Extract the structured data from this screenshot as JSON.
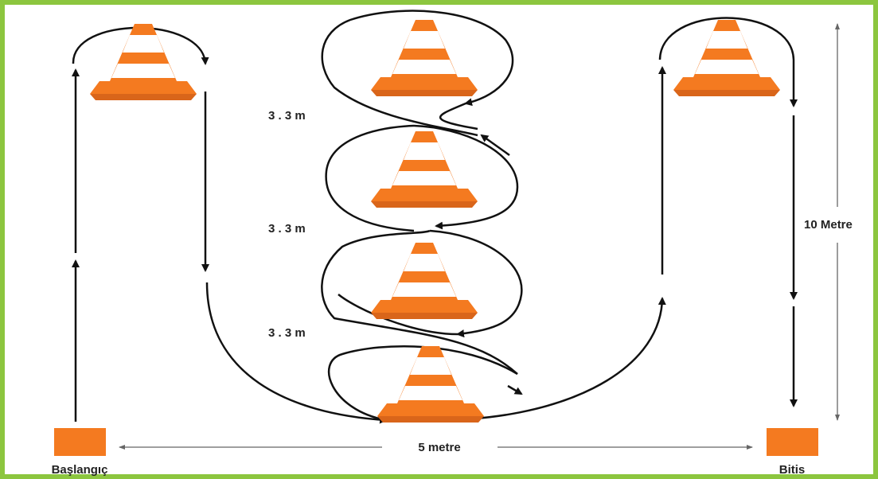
{
  "labels": {
    "spacing_1": "3 . 3 m",
    "spacing_2": "3 . 3 m",
    "spacing_3": "3 . 3 m",
    "width": "5 metre",
    "length": "10 Metre",
    "start": "Başlangıç",
    "finish": "Bitis"
  },
  "colors": {
    "frame": "#8cc63f",
    "cone": "#f47a20",
    "cone_stripe": "#ffffff",
    "marker": "#f47a20",
    "path": "#111111",
    "dimension": "#555555"
  },
  "icons": {
    "cone": "traffic-cone-icon",
    "marker": "square-marker-icon"
  }
}
